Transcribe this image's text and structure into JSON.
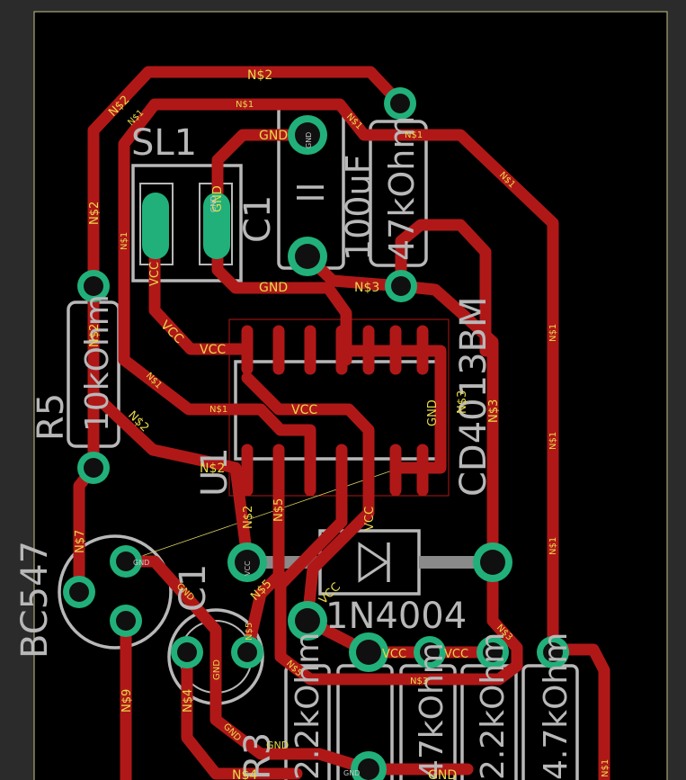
{
  "nets": {
    "n1": "N$1",
    "n2": "N$2",
    "n3": "N$3",
    "n4": "N$4",
    "n5": "N$5",
    "n7": "N$7",
    "n9": "N$9",
    "gnd": "GND",
    "vcc": "VCC"
  },
  "parts": {
    "sl1": "SL1",
    "c1": "C1",
    "c1_value": "100uF",
    "r_top_value": "47kOhm",
    "r5": "R5",
    "r5_value": "10kOhm",
    "u1": "U1",
    "u1_value": "CD4013BM",
    "bc547": "BC547",
    "c1_lower": "C1",
    "diode": "1N4004",
    "r3": "R3",
    "r3_value": "2.2kOhm",
    "r_b1": "47kOhm",
    "r_b2": "2.2kOhm",
    "r_b3": "4.7kOhm"
  },
  "colors": {
    "background": "#000000",
    "trace": "#b01818",
    "pad": "#21b07a",
    "silkscreen": "#b8b8b8",
    "net_label": "#e8d84a",
    "frame": "#c8c48a"
  }
}
